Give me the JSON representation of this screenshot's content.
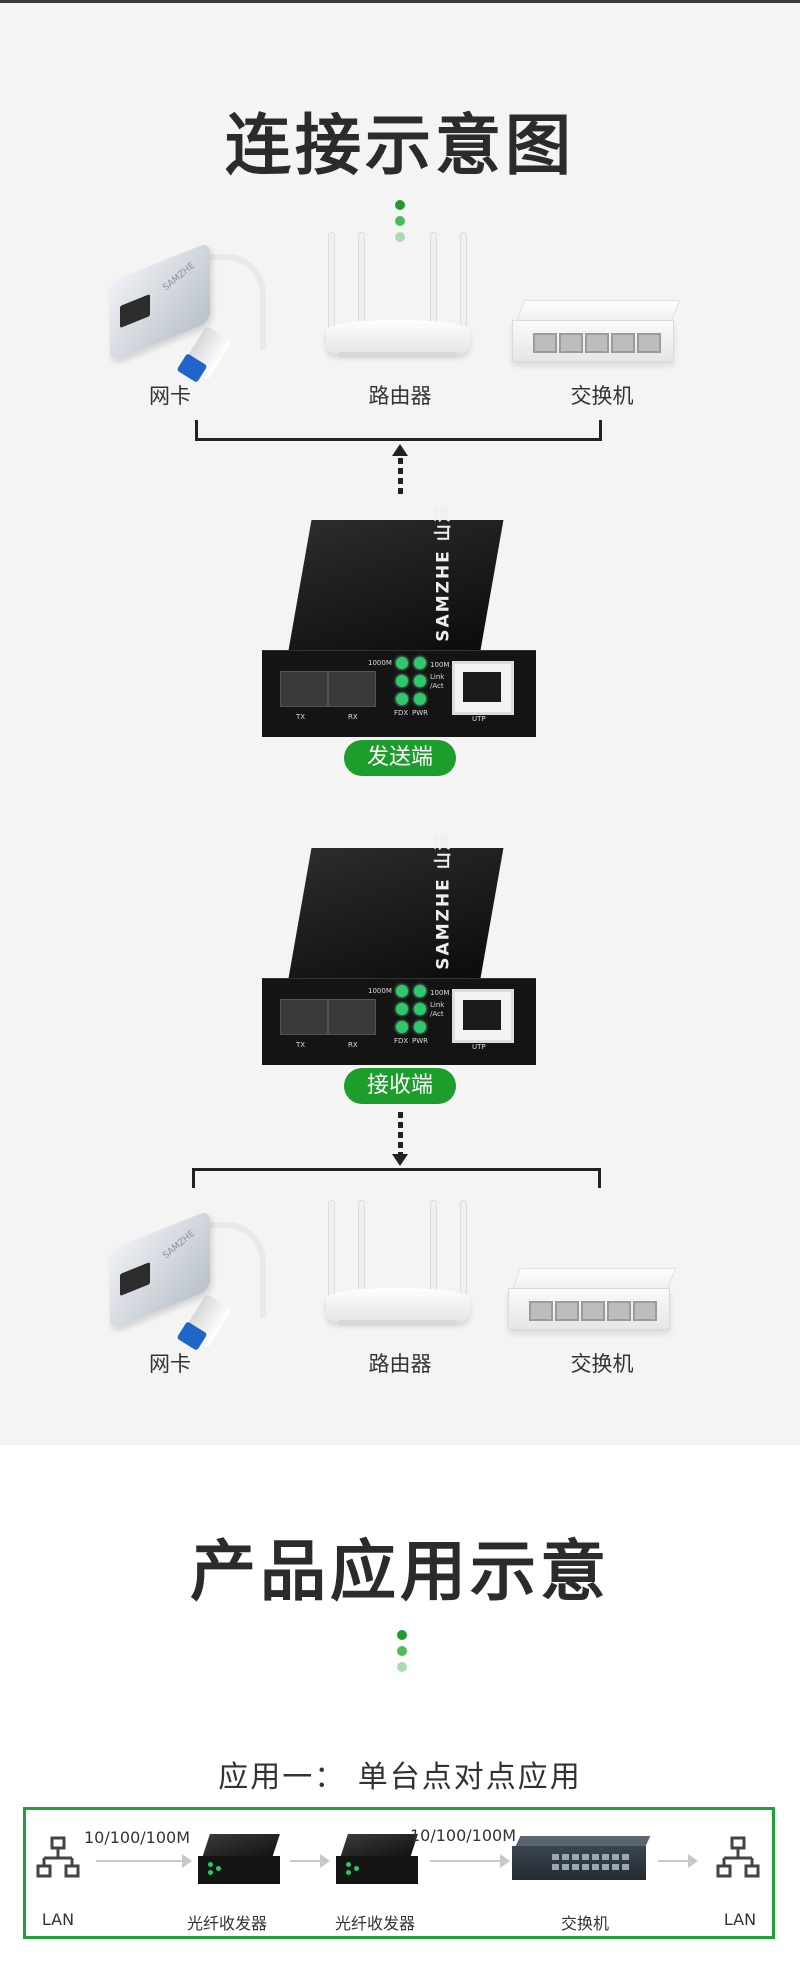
{
  "section1": {
    "title": "连接示意图",
    "top_devices": {
      "nic": "网卡",
      "router": "路由器",
      "switch": "交换机"
    },
    "sender": {
      "brand": "SAMZHE 山泽",
      "ports": {
        "tx": "TX",
        "rx": "RX",
        "utp": "UTP"
      },
      "leds": {
        "l1000": "1000M",
        "l100": "100M",
        "link": "Link",
        "act": "/Act",
        "fdx": "FDX",
        "pwr": "PWR"
      },
      "badge": "发送端"
    },
    "receiver": {
      "brand": "SAMZHE 山泽",
      "ports": {
        "tx": "TX",
        "rx": "RX",
        "utp": "UTP"
      },
      "leds": {
        "l1000": "1000M",
        "l100": "100M",
        "link": "Link",
        "act": "/Act",
        "fdx": "FDX",
        "pwr": "PWR"
      },
      "badge": "接收端"
    },
    "bottom_devices": {
      "nic": "网卡",
      "router": "路由器",
      "switch": "交换机"
    }
  },
  "section2": {
    "title": "产品应用示意",
    "app1_title": "应用一：  单台点对点应用",
    "diagram": {
      "speed_left": "10/100/100M",
      "speed_right": "10/100/100M",
      "lan_left": "LAN",
      "transceiver1": "光纤收发器",
      "transceiver2": "光纤收发器",
      "switch": "交换机",
      "lan_right": "LAN"
    }
  },
  "colors": {
    "accent_green": "#1c9d2c",
    "box_border": "#1fa13a",
    "dot_dark": "#1e9b31",
    "dot_mid": "#4cbb5a",
    "dot_light": "#a9dcae"
  },
  "icons": [
    "network-card-icon",
    "router-icon",
    "switch-icon",
    "lan-icon",
    "transceiver-icon"
  ]
}
